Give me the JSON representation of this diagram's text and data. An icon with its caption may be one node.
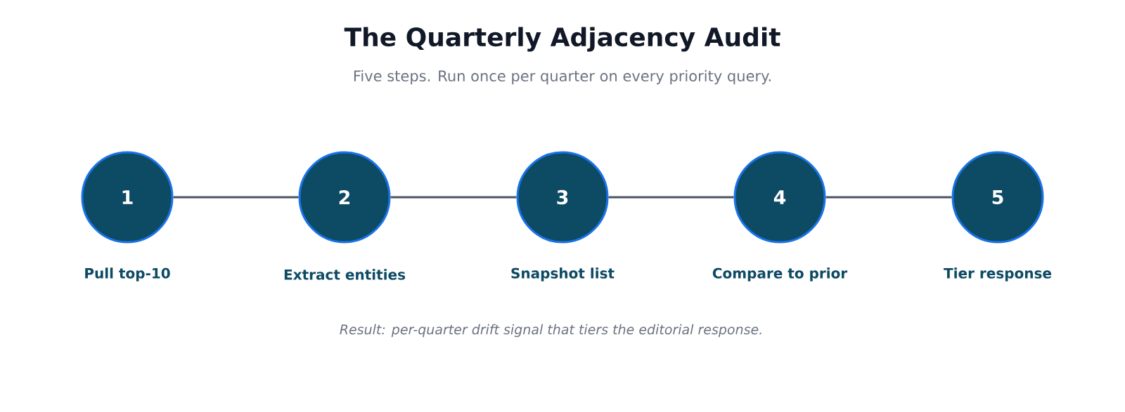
{
  "diagram": {
    "title": "The Quarterly Adjacency Audit",
    "caption": "Result: per-quarter drift signal that tiers the editorial response.",
    "nodes": [
      {
        "text": [
          "1"
        ],
        "beside": [
          "Pull top-10"
        ]
      },
      {
        "text": [
          "2"
        ],
        "beside": [
          "Extract entities"
        ]
      },
      {
        "text": [
          "3"
        ],
        "beside": [
          "Snapshot list"
        ]
      },
      {
        "text": [
          "4"
        ],
        "beside": [
          "Compare to prior"
        ]
      },
      {
        "text": [
          "5"
        ],
        "beside": [
          "Tier response"
        ]
      }
    ],
    "edges": [
      {
        "from": 0,
        "to": 1,
        "arrow": "none"
      },
      {
        "from": 1,
        "to": 2,
        "arrow": "none"
      },
      {
        "from": 2,
        "to": 3,
        "arrow": "none"
      },
      {
        "from": 3,
        "to": 4,
        "arrow": "none"
      }
    ],
    "labels": [
      "Five steps. Run once per quarter on every priority query."
    ]
  }
}
